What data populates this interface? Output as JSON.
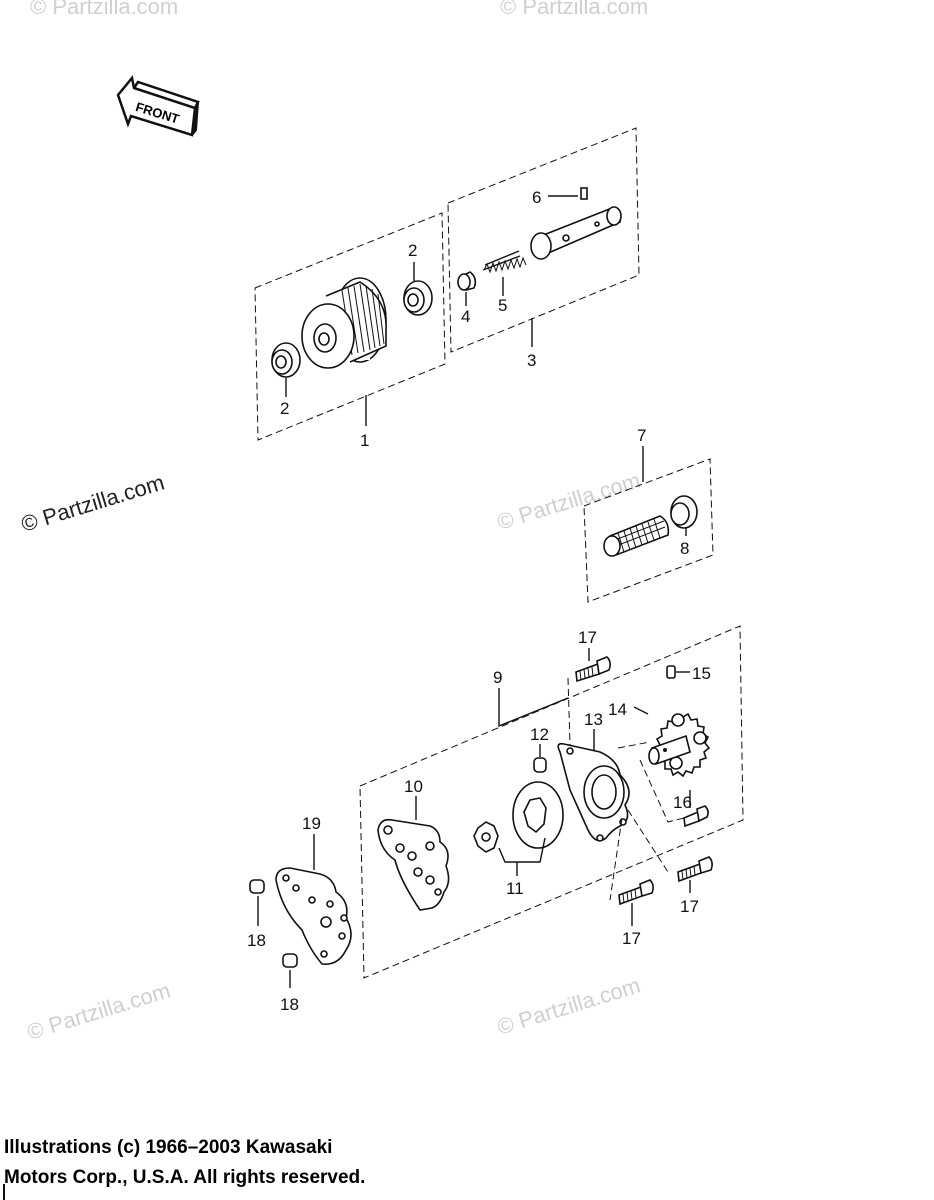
{
  "watermarks": {
    "main": "© Partzilla.com",
    "faint": "© Partzilla.com"
  },
  "front_label": "FRONT",
  "callouts": {
    "c1": "1",
    "c2a": "2",
    "c2b": "2",
    "c3": "3",
    "c4": "4",
    "c5": "5",
    "c6": "6",
    "c7": "7",
    "c8": "8",
    "c9": "9",
    "c10": "10",
    "c11": "11",
    "c12": "12",
    "c13": "13",
    "c14": "14",
    "c15": "15",
    "c16": "16",
    "c17a": "17",
    "c17b": "17",
    "c17c": "17",
    "c18a": "18",
    "c18b": "18",
    "c19": "19"
  },
  "footer": {
    "line1": "Illustrations (c) 1966–2003 Kawasaki",
    "line2": "Motors Corp., U.S.A.  All rights reserved."
  }
}
